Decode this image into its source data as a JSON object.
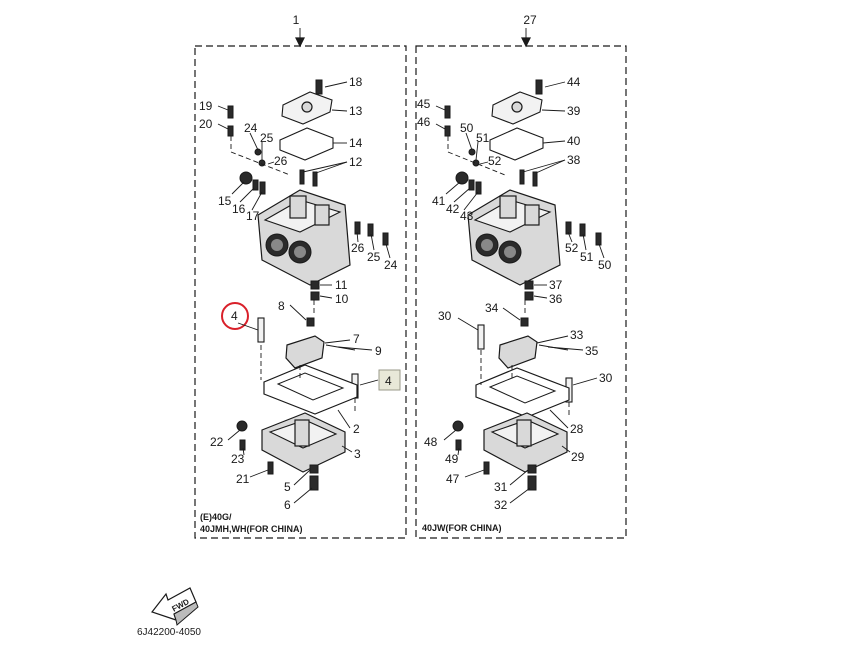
{
  "assemblies": [
    {
      "number": "1"
    },
    {
      "number": "27"
    }
  ],
  "callouts_left": [
    "18",
    "13",
    "14",
    "12",
    "19",
    "20",
    "24",
    "25",
    "26",
    "15",
    "16",
    "17",
    "26",
    "25",
    "24",
    "11",
    "10",
    "8",
    "4",
    "7",
    "9",
    "4",
    "2",
    "22",
    "23",
    "3",
    "21",
    "5",
    "6"
  ],
  "callouts_right": [
    "44",
    "39",
    "40",
    "38",
    "45",
    "46",
    "50",
    "51",
    "52",
    "41",
    "42",
    "43",
    "52",
    "51",
    "50",
    "37",
    "36",
    "34",
    "30",
    "33",
    "35",
    "30",
    "28",
    "48",
    "49",
    "29",
    "47",
    "31",
    "32"
  ],
  "captions": {
    "left_line1": "(E)40G/",
    "left_line2": "40JMH,WH(FOR CHINA)",
    "right": "40JW(FOR CHINA)"
  },
  "fwd_label": "FWD",
  "drawing_number": "6J42200-4050",
  "highlight": {
    "circled_ref": "4",
    "boxed_ref": "4",
    "circle_color": "#d9202a",
    "box_color": "#e8e8d8"
  }
}
